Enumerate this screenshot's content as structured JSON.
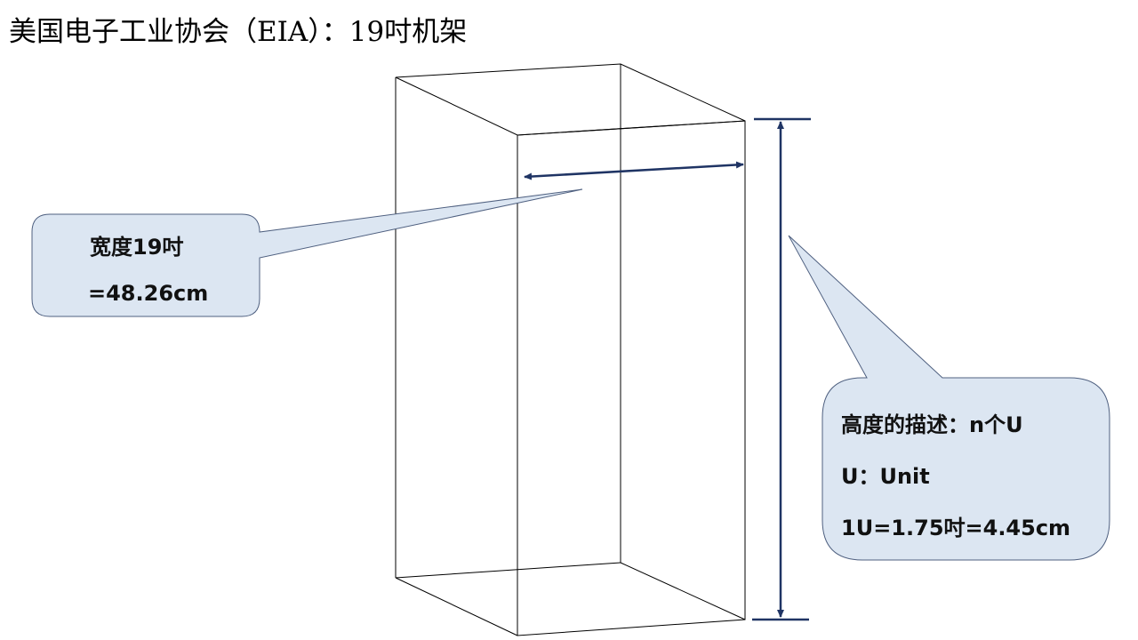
{
  "title": "美国电子工业协会（EIA）：19吋机架",
  "width_callout": {
    "line1": "宽度19吋",
    "line2": "=48.26cm"
  },
  "height_callout": {
    "line1": "高度的描述：n个U",
    "line2": "U：Unit",
    "line3": "1U=1.75吋=4.45cm"
  },
  "colors": {
    "callout_fill": "#dce6f2",
    "callout_stroke": "#4f6080",
    "arrow": "#1f3464",
    "box_line": "#000000"
  }
}
